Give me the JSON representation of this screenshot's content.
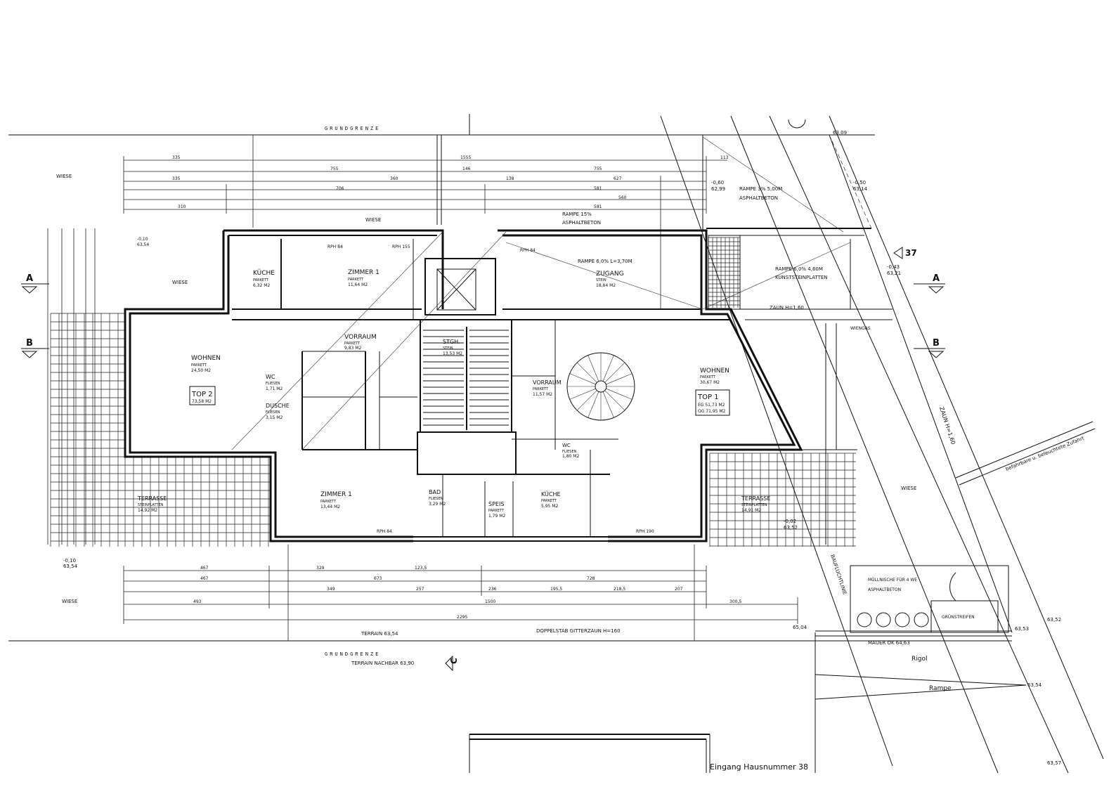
{
  "labels": {
    "grundgrenze_top": "GRUNDGRENZE",
    "grundgrenze_bottom": "GRUNDGRENZE",
    "wiese_1": "WIESE",
    "wiese_2": "WIESE",
    "wiese_3": "WIESE",
    "wiese_4": "WIESE",
    "wiese_5": "WIESE",
    "terrain": "TERRAIN 63,54",
    "terrain_nachbar": "TERRAIN NACHBAR 63,90",
    "zaun_bottom": "DOPPELSTAB GITTERZAUN H=160",
    "zaun_right": "ZAUN H=1,60",
    "zaun_top": "ZAUN H=1,60",
    "baufluchtlinie": "BAUFLUCHTLINIE",
    "zufahrt": "befahrbare u. beleuchtete Zufahrt",
    "eingang": "Eingang Hausnummer 38",
    "mauer": "MAUER OK 64,63",
    "rigol": "Rigol",
    "rampe_bottom": "Rampe",
    "muellnische": "MÜLLNISCHE FÜR 4 WE",
    "asphaltbeton": "ASPHALTBETON",
    "gruenstreifen": "GRÜNSTREIFEN",
    "rampe_3": "RAMPE 3% 5,00M",
    "rampe_3_mat": "ASPHALTBETON",
    "rampe_15": "RAMPE 15%",
    "rampe_15_mat": "ASPHALTBETON",
    "rampe_6": "RAMPE 6,0% 4,60M",
    "rampe_6_mat": "KUNSTSTEINPLATTEN",
    "rampe_zugang": "RAMPE 6,0% L=3,70M",
    "wiengas": "WIENGAS",
    "section_a": "A",
    "section_b": "B",
    "section_c": "C",
    "house_no": "37"
  },
  "rooms": [
    {
      "name": "KÜCHE",
      "floor": "PARKETT",
      "area": "6,32 M2"
    },
    {
      "name": "ZIMMER 1",
      "floor": "PARKETT",
      "area": "11,64 M2"
    },
    {
      "name": "WOHNEN",
      "floor": "PARKETT",
      "area": "24,50 M2"
    },
    {
      "name": "VORRAUM",
      "floor": "PARKETT",
      "area": "9,83 M2"
    },
    {
      "name": "WC",
      "floor": "FLIESEN",
      "area": "1,71 M2"
    },
    {
      "name": "DUSCHE",
      "floor": "FLIESEN",
      "area": "3,15 M2"
    },
    {
      "name": "ZIMMER 1",
      "floor": "PARKETT",
      "area": "13,44 M2"
    },
    {
      "name": "TERRASSE",
      "floor": "STEINPLATTEN",
      "area": "14,92 M2"
    },
    {
      "name": "STGH.",
      "floor": "STEIN",
      "area": "13,53 M2"
    },
    {
      "name": "ZUGANG",
      "floor": "STEIN",
      "area": "18,84 M2"
    },
    {
      "name": "VORRAUM",
      "floor": "PARKETT",
      "area": "11,57 M2"
    },
    {
      "name": "WOHNEN",
      "floor": "PARKETT",
      "area": "30,67 M2"
    },
    {
      "name": "WC",
      "floor": "FLIESEN",
      "area": "1,80 M2"
    },
    {
      "name": "KÜCHE",
      "floor": "PARKETT",
      "area": "5,95 M2"
    },
    {
      "name": "SPEIS",
      "floor": "PARKETT",
      "area": "1,79 M2"
    },
    {
      "name": "BAD",
      "floor": "FLIESEN",
      "area": "3,29 M2"
    },
    {
      "name": "TERRASSE",
      "floor": "STEINPLATTEN",
      "area": "14,91 M2"
    }
  ],
  "units": {
    "top2": {
      "title": "TOP 2",
      "area": "73,58 M2"
    },
    "top1": {
      "title": "TOP 1",
      "eg": "EG 51,73 M2",
      "og": "OG 71,95 M2"
    }
  },
  "levels": {
    "l1": "63,09",
    "l2": "-0,10",
    "l3": "63,54",
    "l4": "-0,50",
    "l5": "63,14",
    "l6": "-0,60",
    "l7": "62,99",
    "l8": "-0,43",
    "l9": "63,21",
    "l10": "-0,02",
    "l11": "63,52",
    "l12": "-0,10",
    "l13": "63,54",
    "l14": "65,04",
    "l15": "63,53",
    "l16": "63,52",
    "l17": "63,54",
    "l18": "63,57"
  },
  "dims": {
    "top_total": "1555",
    "top_335": "335",
    "top_755": "755",
    "top_146": "146",
    "top_360": "360",
    "top_138": "138",
    "top_627": "627",
    "top_113": "113",
    "top_706": "706",
    "top_581": "581",
    "top_560": "560",
    "top_310": "310",
    "bot_467": "467",
    "bot_329": "329",
    "bot_1235": "123,5",
    "bot_673": "673",
    "bot_728": "728",
    "bot_349": "349",
    "bot_257": "257",
    "bot_236": "236",
    "bot_1955": "195,5",
    "bot_2185": "218,5",
    "bot_207": "207",
    "bot_1500": "1500",
    "bot_3005": "300,5",
    "bot_2295": "2295",
    "bot_493": "493",
    "rph84_a": "RPH 84",
    "rph155": "RPH 155",
    "rph84_b": "RPH 84",
    "rph84_c": "RPH 84",
    "rph190": "RPH 190"
  }
}
